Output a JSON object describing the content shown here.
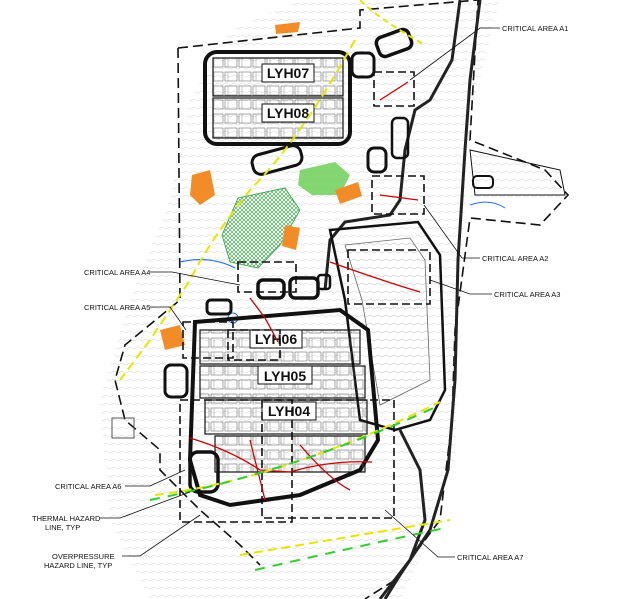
{
  "buildings": {
    "lyh07": "LYH07",
    "lyh08": "LYH08",
    "lyh06": "LYH06",
    "lyh05": "LYH05",
    "lyh04": "LYH04"
  },
  "callouts": {
    "a1": "CRITICAL AREA A1",
    "a2": "CRITICAL AREA A2",
    "a3": "CRITICAL AREA A3",
    "a4": "CRITICAL AREA A4",
    "a5": "CRITICAL AREA A5",
    "a6": "CRITICAL AREA A6",
    "a7": "CRITICAL AREA A7",
    "thermal_line1": "THERMAL HAZARD",
    "thermal_line2": "LINE, TYP",
    "overpressure_line1": "OVERPRESSURE",
    "overpressure_line2": "HAZARD LINE, TYP"
  },
  "colors": {
    "thermal_hazard": "#e6e600",
    "overpressure_hazard": "#33cc33",
    "critical_path": "#cc0000",
    "grading": "#f28c28",
    "vegetation": "#2e9e3e",
    "water": "#2a6ff2"
  }
}
